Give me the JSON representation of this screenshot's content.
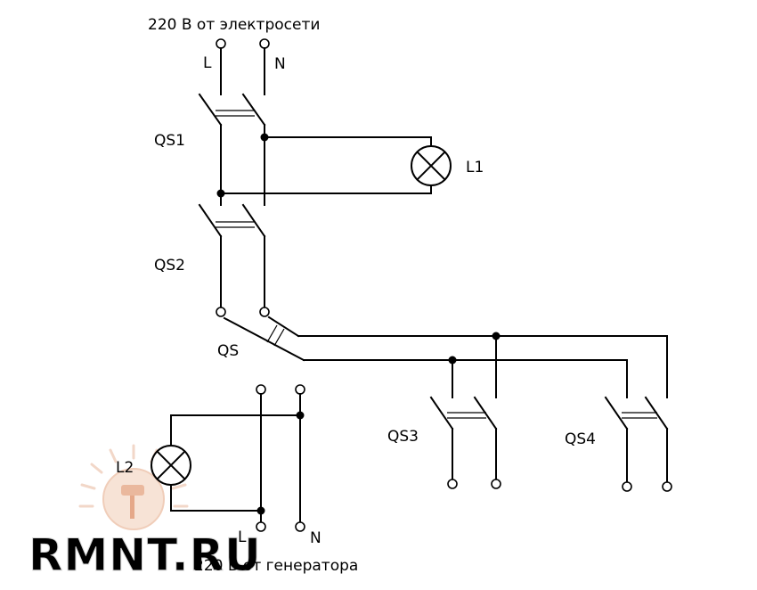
{
  "captions": {
    "top": "220 В от электросети",
    "bottom": "220 В от генератора"
  },
  "labels": {
    "grid_phase": "L",
    "grid_neutral": "N",
    "gen_phase": "L",
    "gen_neutral": "N",
    "qs1": "QS1",
    "qs2": "QS2",
    "qs": "QS",
    "qs3": "QS3",
    "qs4": "QS4",
    "lamp1": "L1",
    "lamp2": "L2"
  },
  "watermark": {
    "text": "RMNT.RU",
    "icon": "paint-roller-sun-icon"
  },
  "colors": {
    "wire": "#000000",
    "background": "#ffffff",
    "watermark": "#e0e0e0"
  }
}
